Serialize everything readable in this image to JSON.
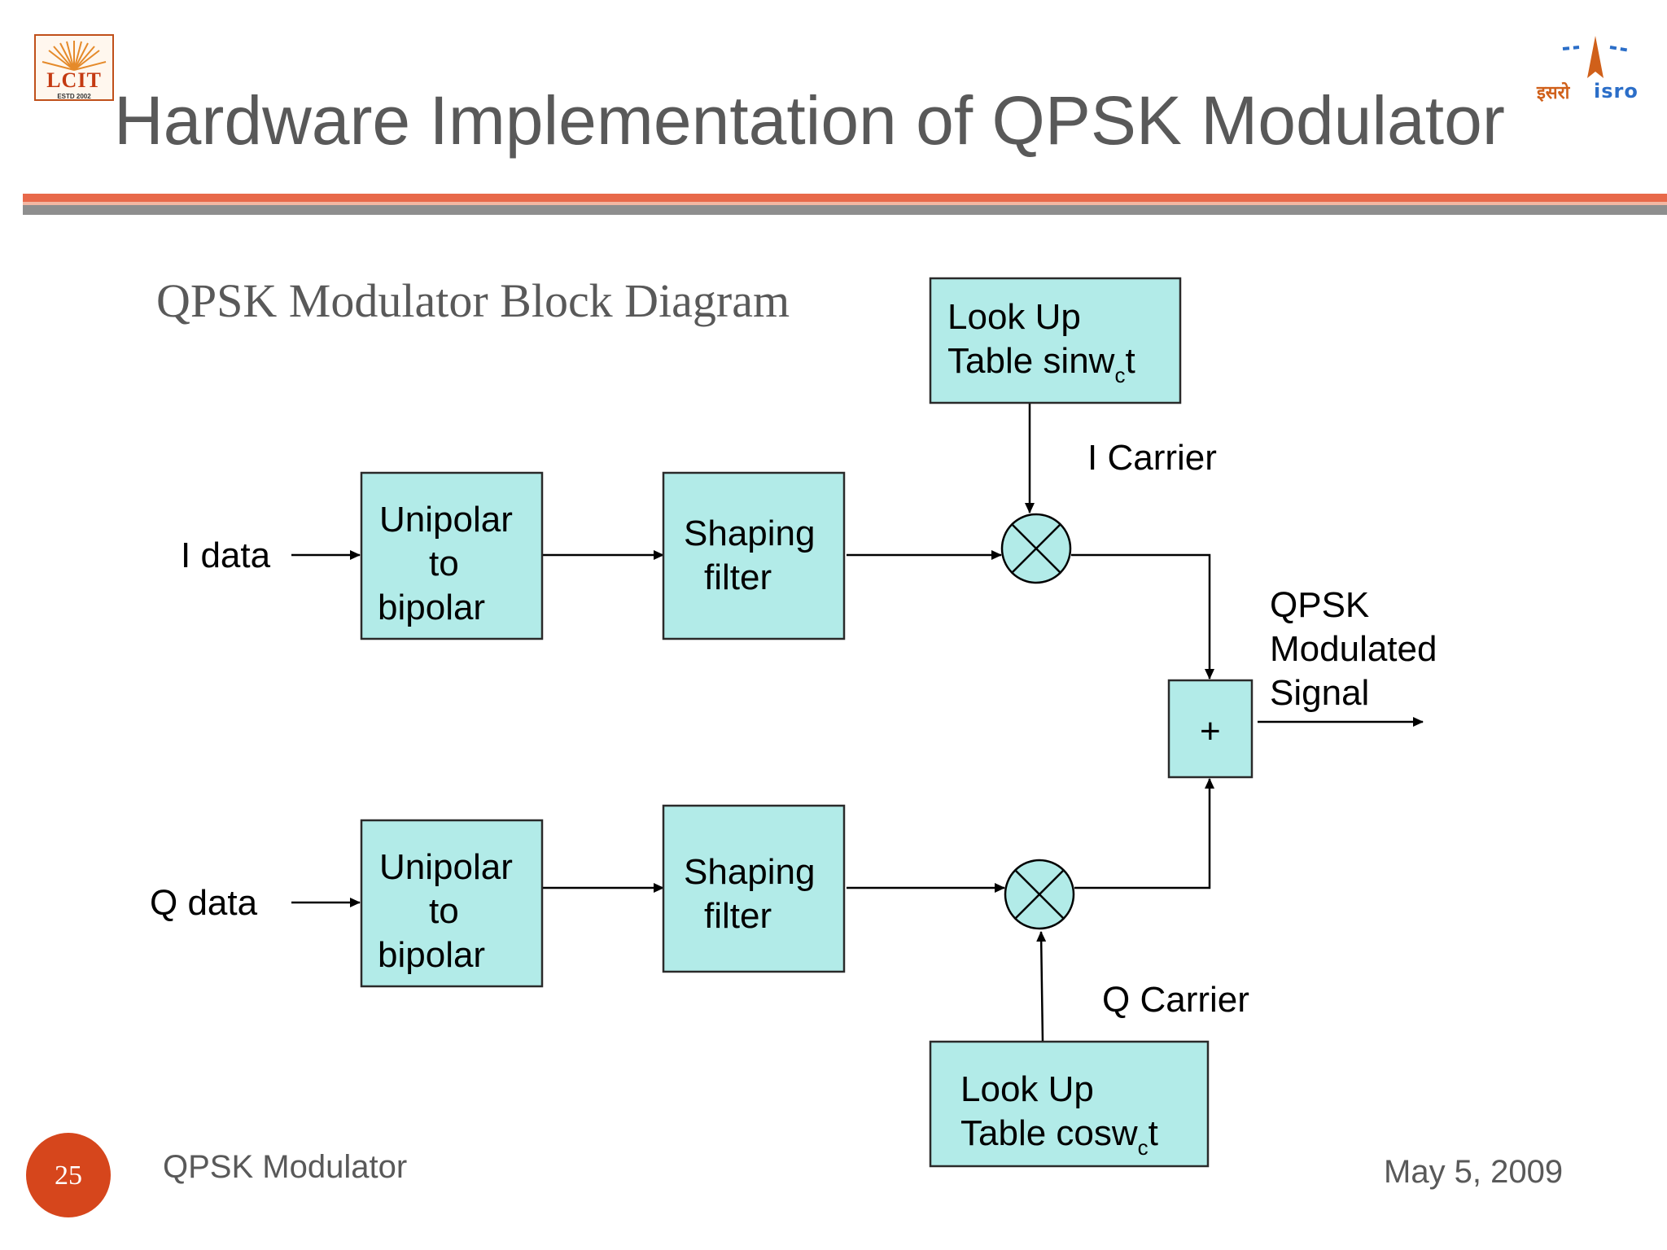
{
  "header": {
    "title": "Hardware Implementation of QPSK Modulator",
    "lcit_logo_text": "LCIT",
    "lcit_logo_estd": "ESTD  2002",
    "isro_logo_hindi": "इसरो",
    "isro_logo_en": "isro"
  },
  "subtitle": "QPSK Modulator Block Diagram",
  "diagram": {
    "i_input": "I data",
    "q_input": "Q data",
    "unipolar_lines": [
      "Unipolar",
      "to",
      "bipolar"
    ],
    "shaping_lines": [
      "Shaping",
      "filter"
    ],
    "lut_top_line1": "Look Up",
    "lut_top_line2a": "Table  sinw",
    "lut_top_sub": "c",
    "lut_top_line2b": "t",
    "lut_bottom_line1": "Look Up",
    "lut_bottom_line2a": "Table  cosw",
    "lut_bottom_sub": "c",
    "lut_bottom_line2b": "t",
    "i_carrier": "I Carrier",
    "q_carrier": "Q Carrier",
    "adder": "+",
    "output_lines": [
      "QPSK",
      "Modulated",
      "Signal"
    ]
  },
  "footer": {
    "slide_number": "25",
    "left_text": "QPSK Modulator",
    "date": "May 5, 2009"
  },
  "colors": {
    "block_fill": "#b2ebe8",
    "accent_orange": "#e8694a",
    "slide_number_circle": "#d6461c"
  }
}
